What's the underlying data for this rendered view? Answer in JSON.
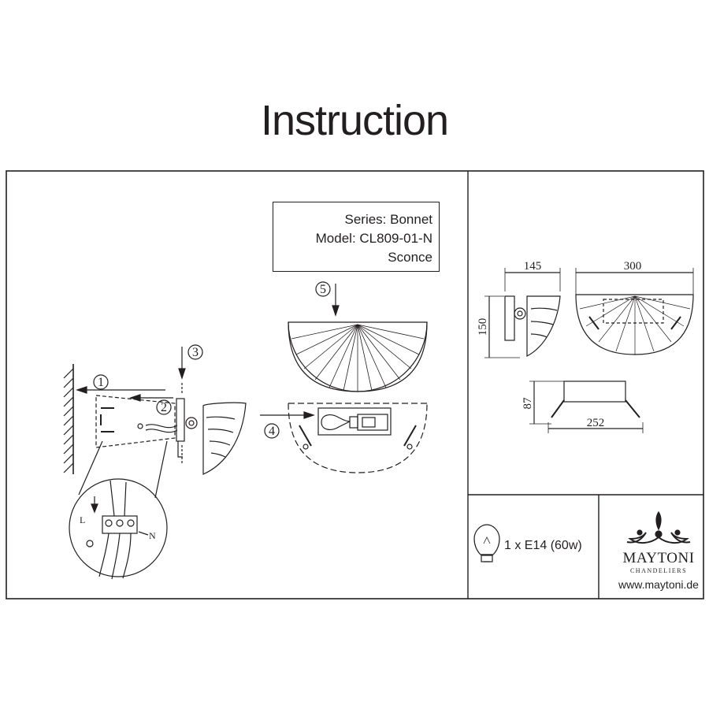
{
  "page": {
    "title": "Instruction"
  },
  "product": {
    "series": "Series: Bonnet",
    "model": "Model: CL809-01-N",
    "type": "Sconce"
  },
  "steps": {
    "s1": "1",
    "s2": "2",
    "s3": "3",
    "s4": "4",
    "s5": "5"
  },
  "wiring": {
    "live": "L",
    "neutral": "N"
  },
  "dimensions": {
    "depth": "145",
    "width": "300",
    "height": "150",
    "canopy_height": "87",
    "canopy_width": "252"
  },
  "lamp": {
    "spec": "1 x E14 (60w)"
  },
  "brand": {
    "name": "MAYTONI",
    "tagline": "CHANDELIERS",
    "website": "www.maytoni.de"
  }
}
